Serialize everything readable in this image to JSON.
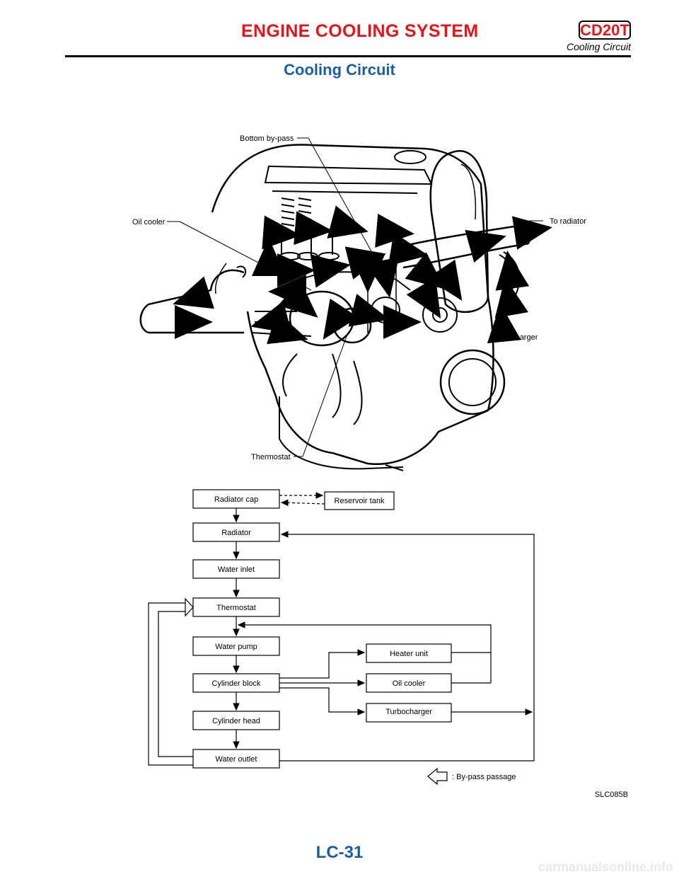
{
  "header": {
    "title": "ENGINE COOLING SYSTEM",
    "badge": "CD20T",
    "subtitle": "Cooling Circuit"
  },
  "page_heading": "Cooling Circuit",
  "illustration": {
    "callouts": {
      "bottom_bypass": "Bottom by-pass",
      "oil_cooler": "Oil cooler",
      "to_radiator": "To radiator",
      "from_turbo_line1": "From",
      "from_turbo_line2": "turbocharger",
      "thermostat": "Thermostat"
    }
  },
  "flow_diagram": {
    "boxes": {
      "radiator_cap": "Radiator cap",
      "reservoir_tank": "Reservoir tank",
      "radiator": "Radiator",
      "water_inlet": "Water inlet",
      "thermostat": "Thermostat",
      "water_pump": "Water pump",
      "cylinder_block": "Cylinder block",
      "cylinder_head": "Cylinder head",
      "water_outlet": "Water outlet",
      "heater_unit": "Heater unit",
      "oil_cooler": "Oil cooler",
      "turbocharger": "Turbocharger"
    },
    "legend": ": By-pass passage"
  },
  "figure_id": "SLC085B",
  "page_number": "LC-31",
  "watermark": "carmanualsonline.info"
}
